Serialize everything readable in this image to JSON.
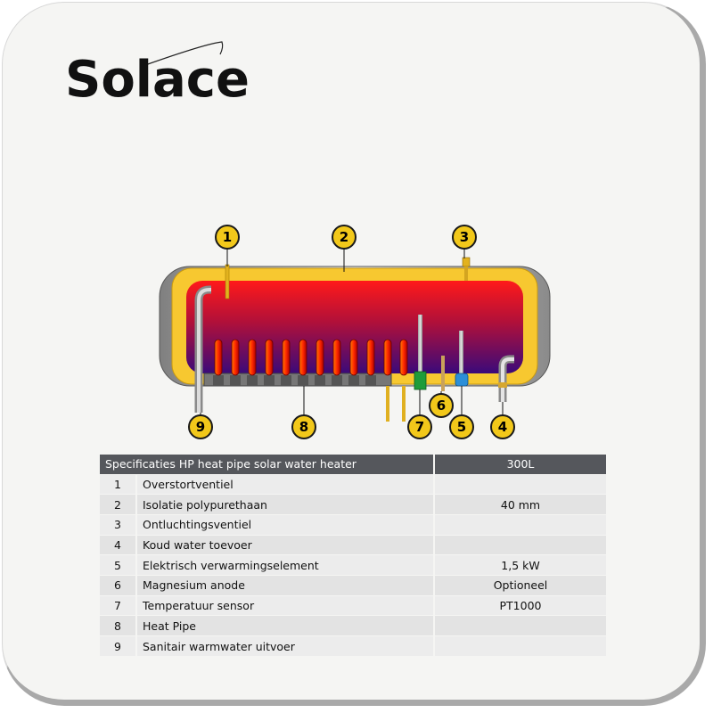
{
  "brand": {
    "name": "Solace"
  },
  "diagram": {
    "callouts": [
      "1",
      "2",
      "3",
      "4",
      "5",
      "6",
      "7",
      "8",
      "9"
    ]
  },
  "spec_table": {
    "header": {
      "name": "Specificaties HP heat pipe solar water heater",
      "value": "300L"
    },
    "rows": [
      {
        "num": "1",
        "name": "Overstortventiel",
        "value": ""
      },
      {
        "num": "2",
        "name": "Isolatie polypurethaan",
        "value": "40 mm"
      },
      {
        "num": "3",
        "name": "Ontluchtingsventiel",
        "value": ""
      },
      {
        "num": "4",
        "name": "Koud water toevoer",
        "value": ""
      },
      {
        "num": "5",
        "name": "Elektrisch verwarmingselement",
        "value": "1,5 kW"
      },
      {
        "num": "6",
        "name": "Magnesium anode",
        "value": "Optioneel"
      },
      {
        "num": "7",
        "name": "Temperatuur sensor",
        "value": "PT1000"
      },
      {
        "num": "8",
        "name": "Heat Pipe",
        "value": ""
      },
      {
        "num": "9",
        "name": "Sanitair warmwater uitvoer",
        "value": ""
      }
    ]
  },
  "colors": {
    "callout_fill": "#f2c81a",
    "insulation": "#f7c830",
    "header_bg": "#55575c"
  }
}
